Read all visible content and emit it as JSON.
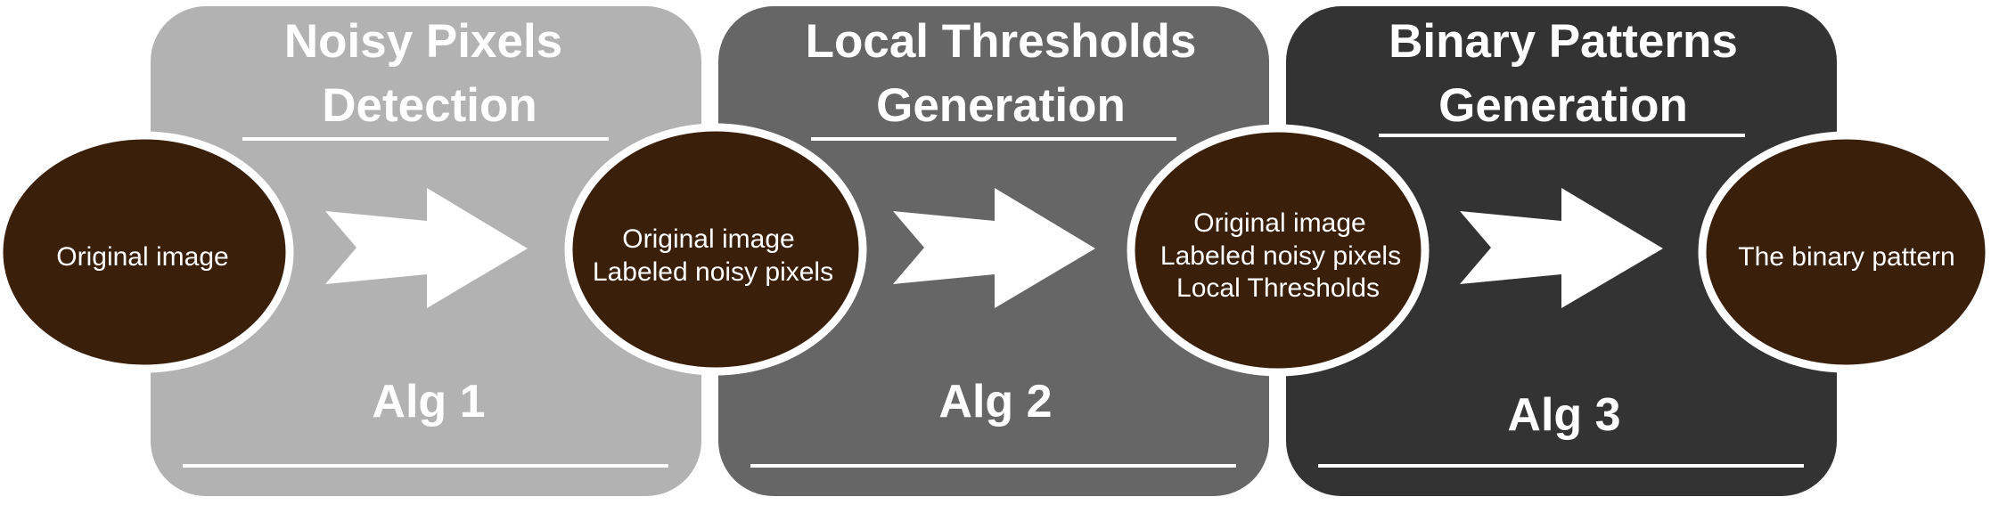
{
  "colors": {
    "stage_1": "#b2b2b2",
    "stage_2": "#666666",
    "stage_3": "#333333",
    "node_fill": "#3a1f0b",
    "node_outline": "#ffffff",
    "text": "#ffffff"
  },
  "stages": [
    {
      "title_line_1": "Noisy Pixels",
      "title_line_2": "Detection",
      "algorithm": "Alg 1"
    },
    {
      "title_line_1": "Local Thresholds",
      "title_line_2": "Generation",
      "algorithm": "Alg 2"
    },
    {
      "title_line_1": "Binary Patterns",
      "title_line_2": "Generation",
      "algorithm": "Alg 3"
    }
  ],
  "nodes": [
    {
      "lines": [
        "Original image"
      ]
    },
    {
      "lines": [
        "Original image",
        "Labeled noisy pixels"
      ]
    },
    {
      "lines": [
        "Original image",
        "Labeled noisy pixels",
        "Local Thresholds"
      ]
    },
    {
      "lines": [
        "The binary pattern"
      ]
    }
  ],
  "arrow_icon": "chevron-arrow-right"
}
